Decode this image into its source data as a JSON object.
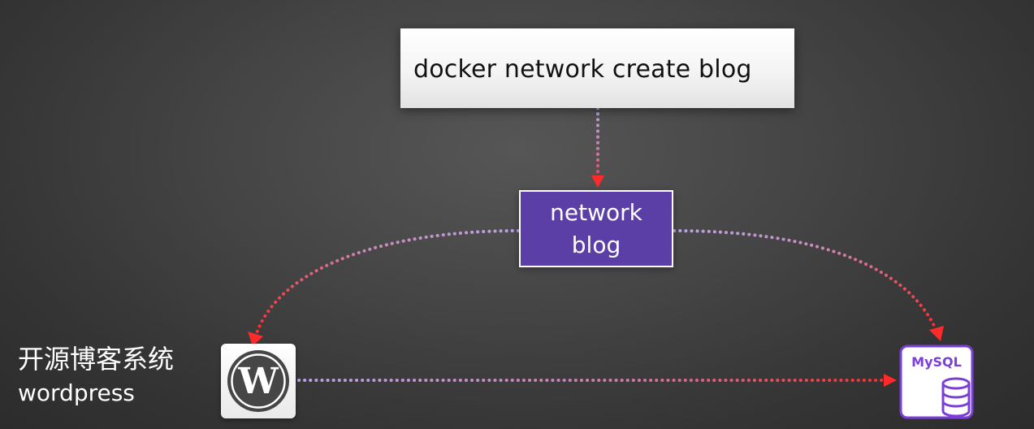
{
  "command_box": {
    "text": "docker network create blog"
  },
  "network_node": {
    "line1": "network",
    "line2": "blog"
  },
  "app_label": {
    "chinese": "开源博客系统",
    "english": "wordpress"
  },
  "wordpress_icon": {
    "icon": "wordpress-logo-icon",
    "glyph": "W"
  },
  "mysql_icon": {
    "icon": "mysql-database-icon",
    "text": "MySQL"
  },
  "colors": {
    "network_fill": "#5b3fa6",
    "connector_purple": "#b9a3e6",
    "connector_red": "#ff2a2a",
    "mysql_accent": "#7b3fd6"
  }
}
